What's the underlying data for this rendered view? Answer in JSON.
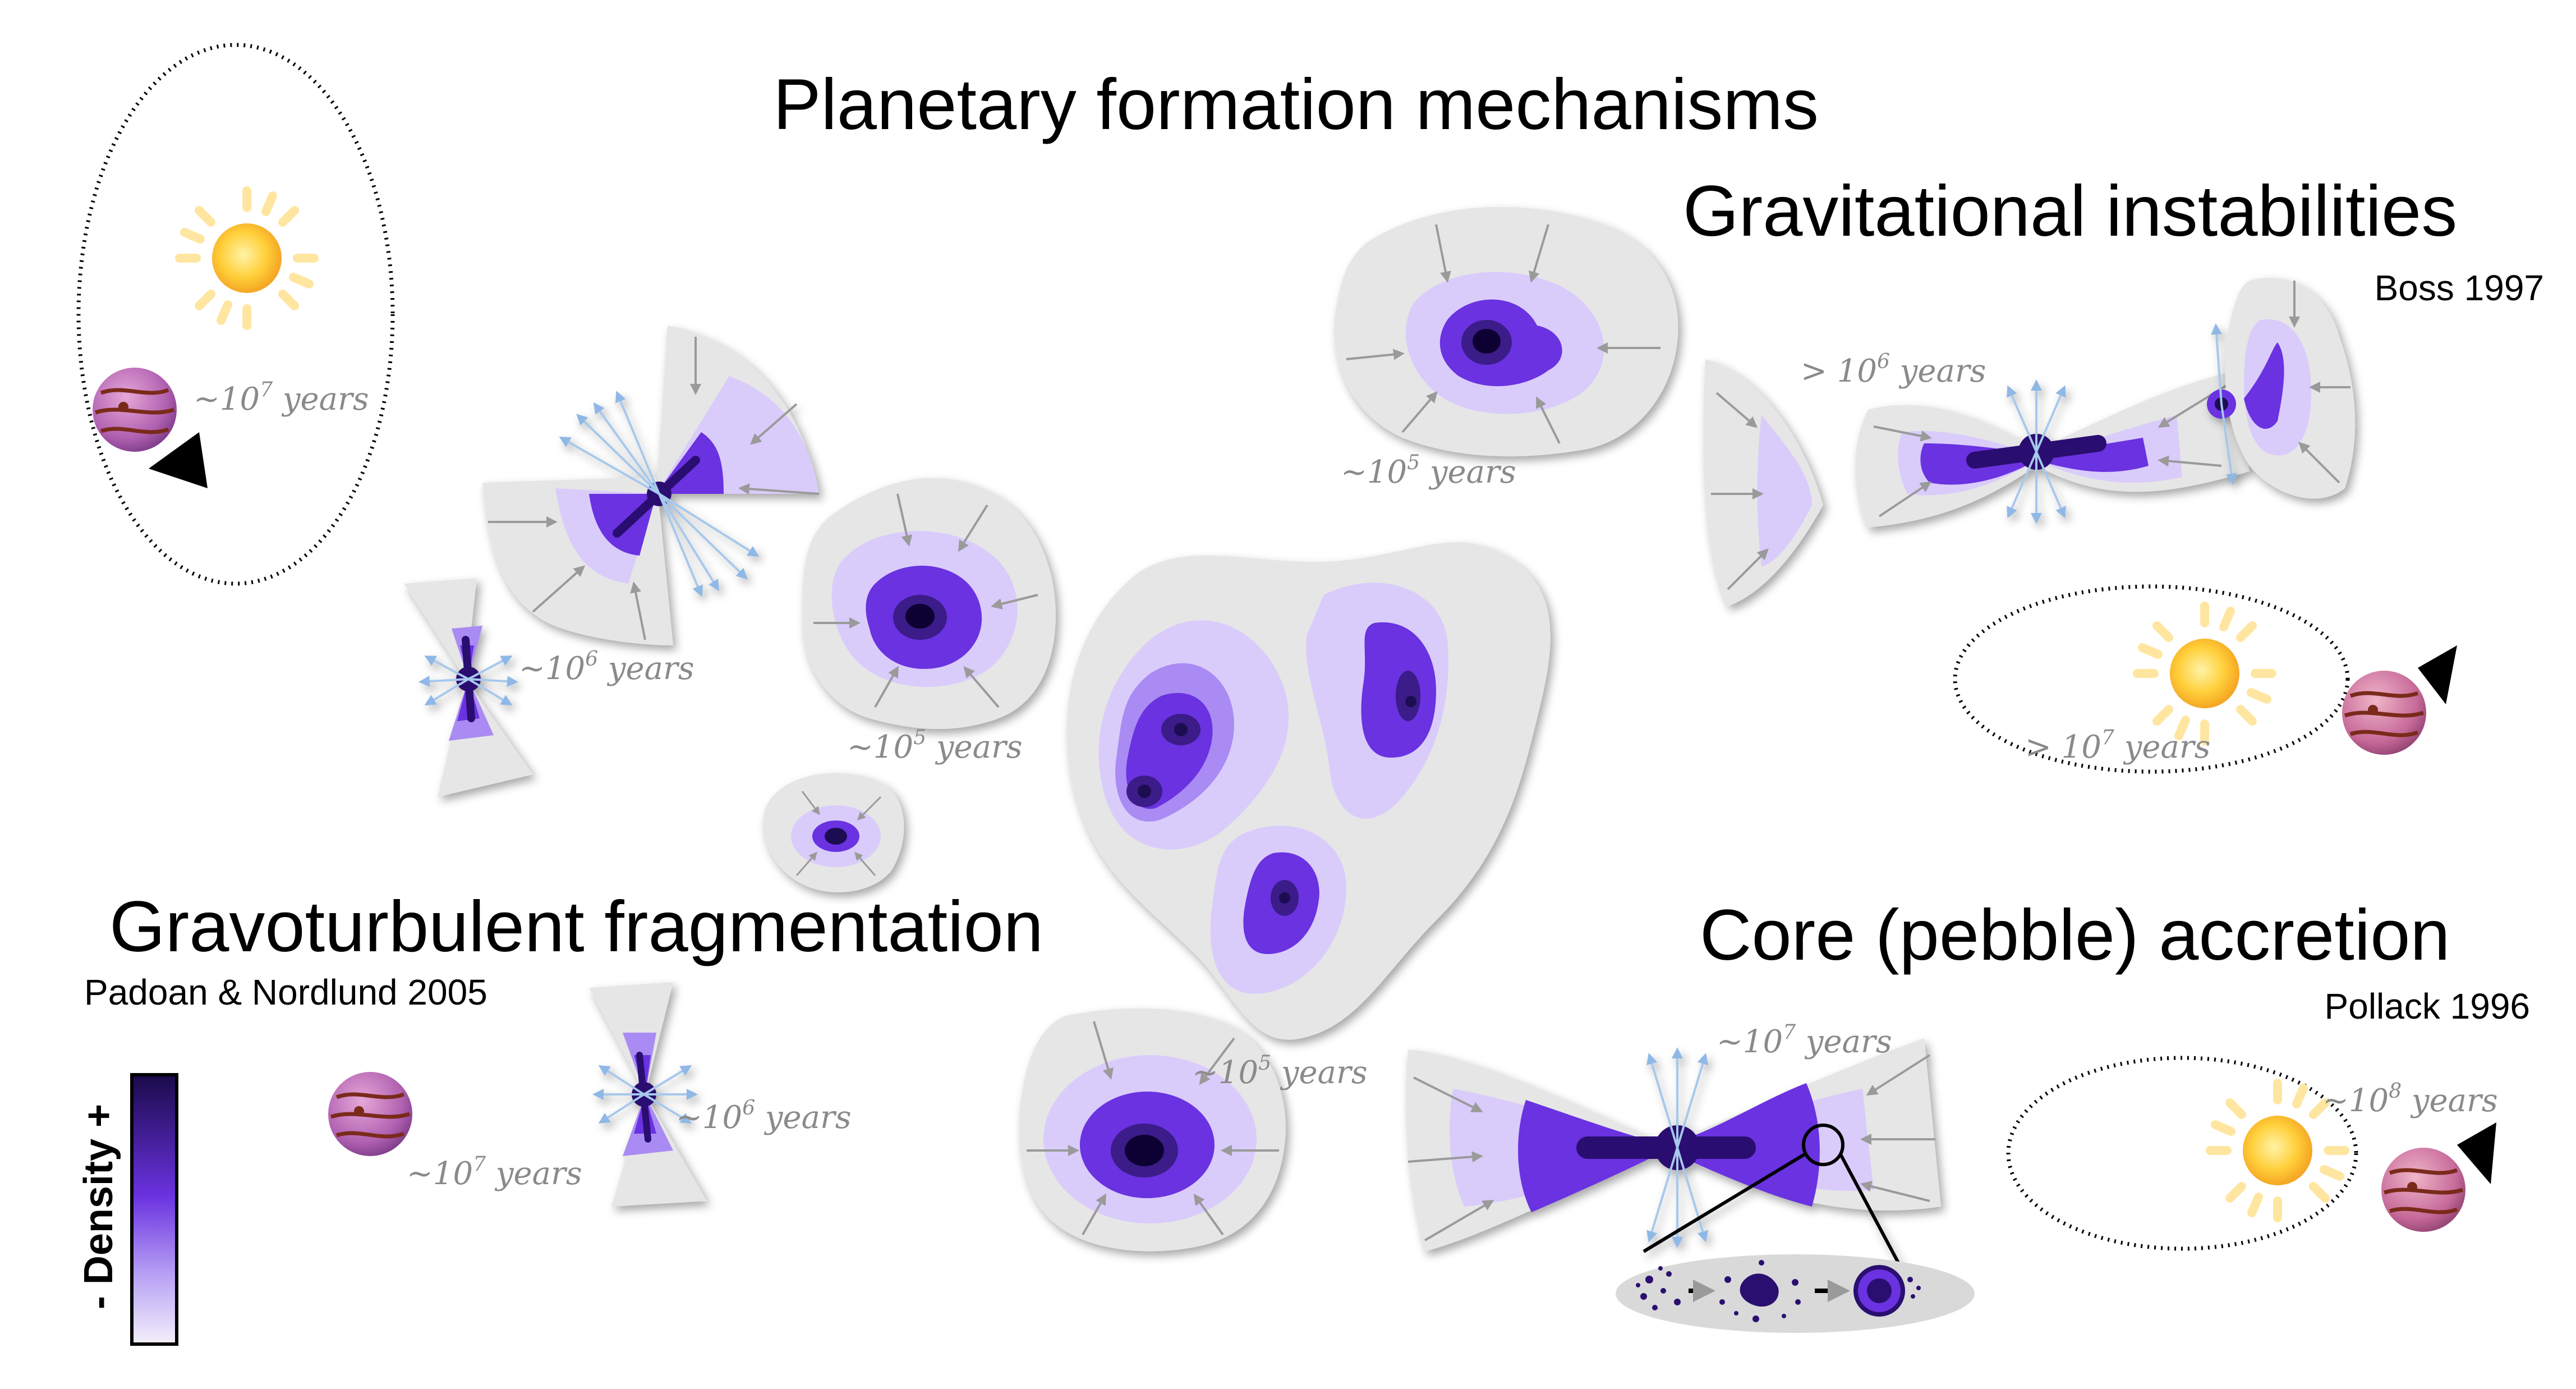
{
  "title": "Planetary formation mechanisms",
  "sections": {
    "gravitational": {
      "label": "Gravitational instabilities",
      "ref": "Boss 1997"
    },
    "gravoturbulent": {
      "label": "Gravoturbulent fragmentation",
      "ref": "Padoan & Nordlund 2005"
    },
    "core": {
      "label": "Core (pebble) accretion",
      "ref": "Pollack 1996"
    }
  },
  "timescales": {
    "t1": {
      "prefix": "~10",
      "exp": "7",
      "unit": " years"
    },
    "t2": {
      "prefix": "~10",
      "exp": "6",
      "unit": " years"
    },
    "t3": {
      "prefix": "~10",
      "exp": "5",
      "unit": " years"
    },
    "t4": {
      "prefix": "~10",
      "exp": "5",
      "unit": " years"
    },
    "t5": {
      "prefix": "> 10",
      "exp": "6",
      "unit": " years"
    },
    "t6": {
      "prefix": "> 10",
      "exp": "7",
      "unit": " years"
    },
    "t7": {
      "prefix": "~10",
      "exp": "6",
      "unit": " years"
    },
    "t8": {
      "prefix": "~10",
      "exp": "7",
      "unit": " years"
    },
    "t9": {
      "prefix": "~10",
      "exp": "5",
      "unit": " years"
    },
    "t10": {
      "prefix": "~10",
      "exp": "7",
      "unit": " years"
    },
    "t11": {
      "prefix": "~10",
      "exp": "8",
      "unit": " years"
    }
  },
  "colorbar": {
    "label": "- Density +",
    "top_color": "#1a0a4a",
    "bottom_color": "#f3f0fb"
  },
  "colors": {
    "cloud": "#e6e6e6",
    "density_low": "#d9ccfb",
    "density_mid": "#a98bf3",
    "density_high": "#6a32e0",
    "density_core": "#1e0a52",
    "outflow": "#a6c8ec",
    "star": "#ffc933",
    "planet": "#b06ab8"
  }
}
